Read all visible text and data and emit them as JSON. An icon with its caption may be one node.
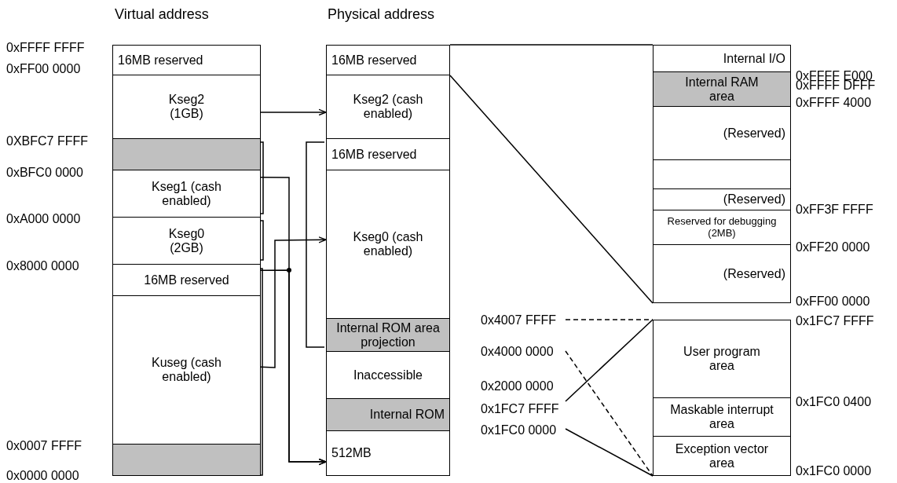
{
  "diagram": {
    "nodes": [
      {
        "text": [
          "16MB reserved"
        ]
      },
      {
        "text": [
          "Kseg2 (1GB)"
        ]
      },
      {
        "text": [],
        "shape": "box"
      },
      {
        "text": [
          "Kseg1 (cash enabled)"
        ]
      },
      {
        "text": [
          "Kseg0 (2GB)"
        ]
      },
      {
        "text": [
          "16MB reserved"
        ]
      },
      {
        "text": [
          "Kuseg (cash enabled)"
        ]
      },
      {
        "text": [],
        "shape": "box"
      },
      {
        "text": [
          "16MB reserved"
        ]
      },
      {
        "text": [
          "Kseg2 (cash enabled)"
        ]
      },
      {
        "text": [
          "16MB reserved"
        ]
      },
      {
        "text": [
          "Kseg0 (cash enabled)"
        ]
      },
      {
        "text": [
          "Internal ROM area projection"
        ]
      },
      {
        "text": [
          "Inaccessible"
        ]
      },
      {
        "text": [
          "Internal ROM"
        ]
      },
      {
        "text": [
          "512MB"
        ]
      },
      {
        "text": [
          "Internal I/O"
        ]
      },
      {
        "text": [
          "Internal RAM area"
        ]
      },
      {
        "text": [
          "(Reserved)"
        ]
      },
      {
        "text": [],
        "shape": "box"
      },
      {
        "text": [
          "(Reserved)"
        ]
      },
      {
        "text": [
          "Reserved for debugging (2MB)"
        ]
      },
      {
        "text": [
          "(Reserved)"
        ]
      },
      {
        "text": [
          "User program area"
        ]
      },
      {
        "text": [
          "Maskable interrupt area"
        ]
      },
      {
        "text": [
          "Exception vector area"
        ]
      },
      {
        "text": [
          "0x4007 FFFF"
        ]
      },
      {
        "text": [
          "0x4000 0000"
        ]
      },
      {
        "text": [
          "0x1FC7 FFFF"
        ]
      },
      {
        "text": [
          "0x1FC0 0000"
        ]
      }
    ],
    "edges": [
      {
        "from": 1,
        "to": 9,
        "arrow": "to"
      },
      {
        "from": 3,
        "to": 15,
        "arrow": "to"
      },
      {
        "from": 6,
        "to": 11,
        "arrow": "to"
      },
      {
        "from": 5,
        "to": 15,
        "arrow": "to"
      },
      {
        "from": 8,
        "to": 16,
        "arrow": "none"
      },
      {
        "from": 8,
        "to": 22,
        "arrow": "none"
      },
      {
        "from": 28,
        "to": 23,
        "arrow": "none"
      },
      {
        "from": 29,
        "to": 25,
        "arrow": "none"
      },
      {
        "from": 26,
        "to": 23,
        "arrow": "none",
        "style": "dashed"
      },
      {
        "from": 27,
        "to": 25,
        "arrow": "none",
        "style": "dashed"
      }
    ],
    "labels": [
      "Virtual address",
      "Physical address",
      "0xFFFF FFFF",
      "0xFF00 0000",
      "0XBFC7 FFFF",
      "0xBFC0 0000",
      "0xA000 0000",
      "0x8000 0000",
      "0x0007 FFFF",
      "0x0000 0000",
      "0x2000 0000",
      "0xFFFF E000",
      "0xFFFF DFFF",
      "0xFFFF 4000",
      "0xFF3F FFFF",
      "0xFF20 0000",
      "0xFF00 0000",
      "0x1FC7 FFFF",
      "0x1FC0 0400",
      "0x1FC0 0000"
    ]
  }
}
